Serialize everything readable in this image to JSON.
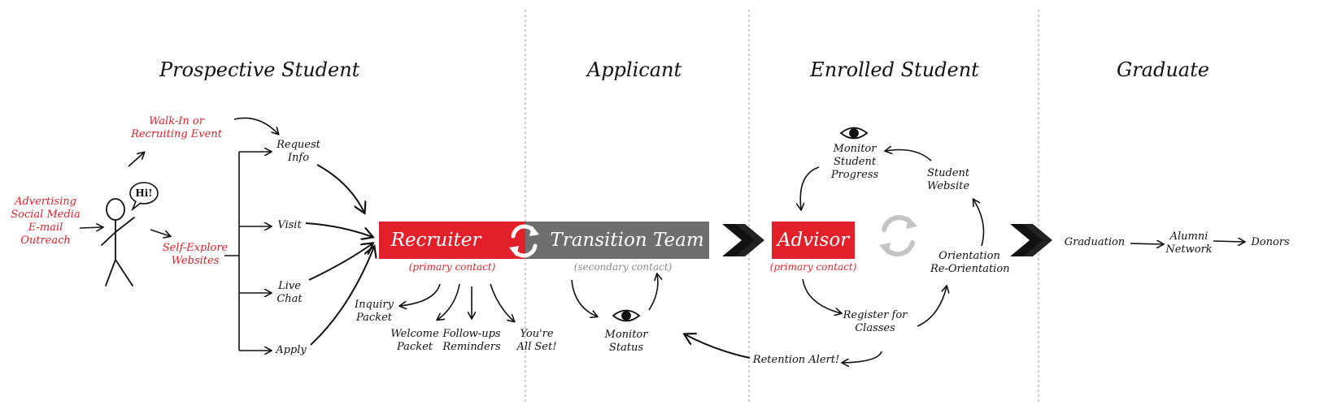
{
  "stages": [
    "Prospective Student",
    "Applicant",
    "Enrolled Student",
    "Graduate"
  ],
  "prospective": {
    "outreach_lines": [
      "Advertising",
      "Social Media",
      "E-mail",
      "Outreach"
    ],
    "walkin_lines": [
      "Walk-In or",
      "Recruiting Event"
    ],
    "selfexplore_lines": [
      "Self-Explore",
      "Websites"
    ],
    "speech_bubble": "Hi!",
    "channels": {
      "request_info_lines": [
        "Request",
        "Info"
      ],
      "visit": "Visit",
      "live_chat_lines": [
        "Live",
        "Chat"
      ],
      "apply": "Apply"
    }
  },
  "recruiter": {
    "label": "Recruiter",
    "sublabel": "(primary contact)",
    "outputs": {
      "inquiry_packet_lines": [
        "Inquiry",
        "Packet"
      ],
      "welcome_packet_lines": [
        "Welcome",
        "Packet"
      ],
      "followups_lines": [
        "Follow-ups",
        "Reminders"
      ],
      "all_set_lines": [
        "You're",
        "All Set!"
      ]
    }
  },
  "transition": {
    "label": "Transition Team",
    "sublabel": "(secondary contact)",
    "monitor_status_lines": [
      "Monitor",
      "Status"
    ]
  },
  "advisor": {
    "label": "Advisor",
    "sublabel": "(primary contact)",
    "monitor_progress_lines": [
      "Monitor",
      "Student",
      "Progress"
    ],
    "student_website_lines": [
      "Student",
      "Website"
    ],
    "orientation_lines": [
      "Orientation",
      "Re-Orientation"
    ],
    "register_lines": [
      "Register for",
      "Classes"
    ],
    "retention_alert": "Retention Alert!"
  },
  "graduate": {
    "graduation": "Graduation",
    "alumni_lines": [
      "Alumni",
      "Network"
    ],
    "donors": "Donors"
  },
  "colors": {
    "accent_red": "#e2202a",
    "grey_box": "#6e6e6e",
    "ink": "#111111",
    "divider": "#bdbdbd"
  }
}
